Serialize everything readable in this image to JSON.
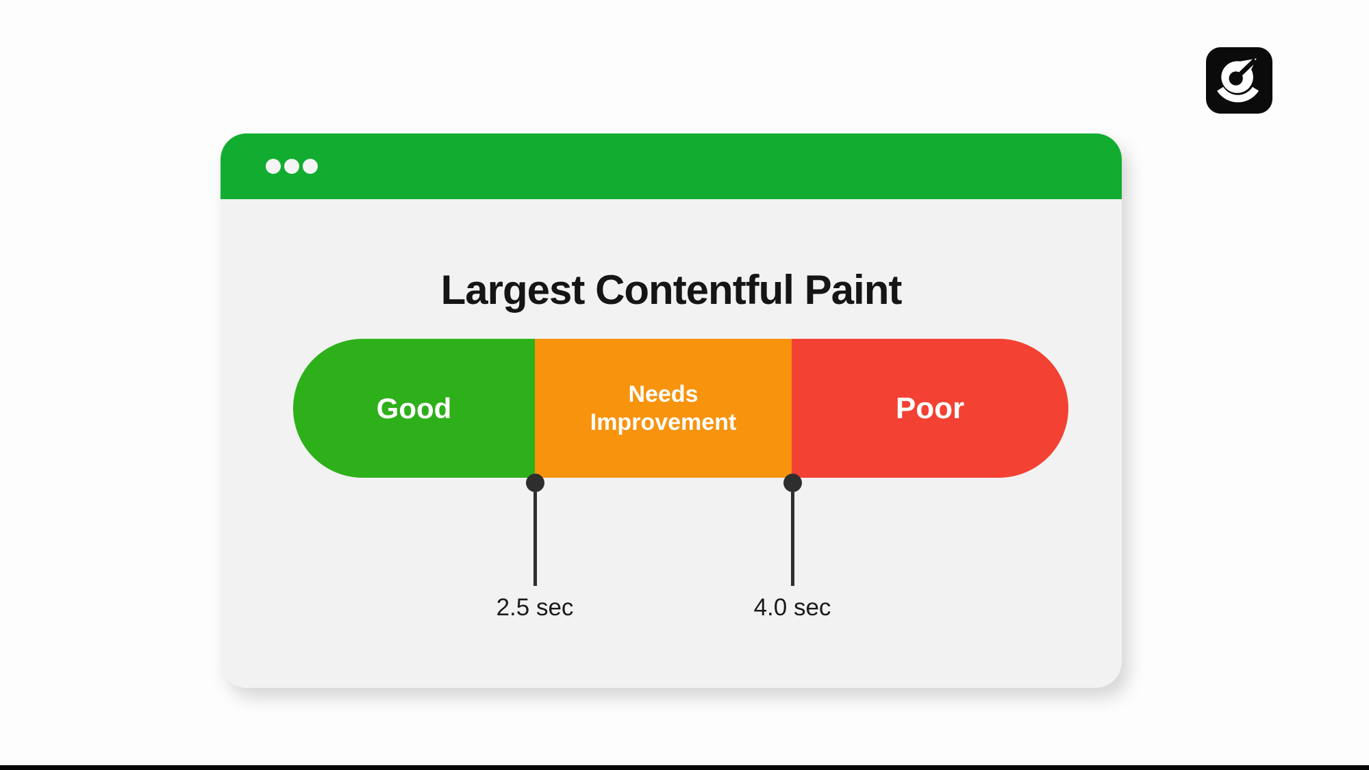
{
  "page": {
    "background": "#FDFDFD",
    "bottom_bar_color": "#060606"
  },
  "logo": {
    "icon": "gauge-g-logo",
    "background": "#0B0B0B",
    "glyph_color": "#FFFFFF"
  },
  "window": {
    "title": "Largest Contentful Paint",
    "header_color": "#12AD30",
    "body_color": "#F1F2F1",
    "dot_color": "#F4F5F4"
  },
  "scale": {
    "type": "threshold-scale",
    "metric": "Largest Contentful Paint",
    "segments": [
      {
        "label": "Good",
        "color": "#2EB01A"
      },
      {
        "label": "Needs Improvement",
        "color": "#F7930D"
      },
      {
        "label": "Poor",
        "color": "#F34133"
      }
    ],
    "thresholds": [
      {
        "label": "2.5 sec"
      },
      {
        "label": "4.0 sec"
      }
    ],
    "marker_color": "#2E2E2E",
    "label_color": "#1B1B1B"
  }
}
